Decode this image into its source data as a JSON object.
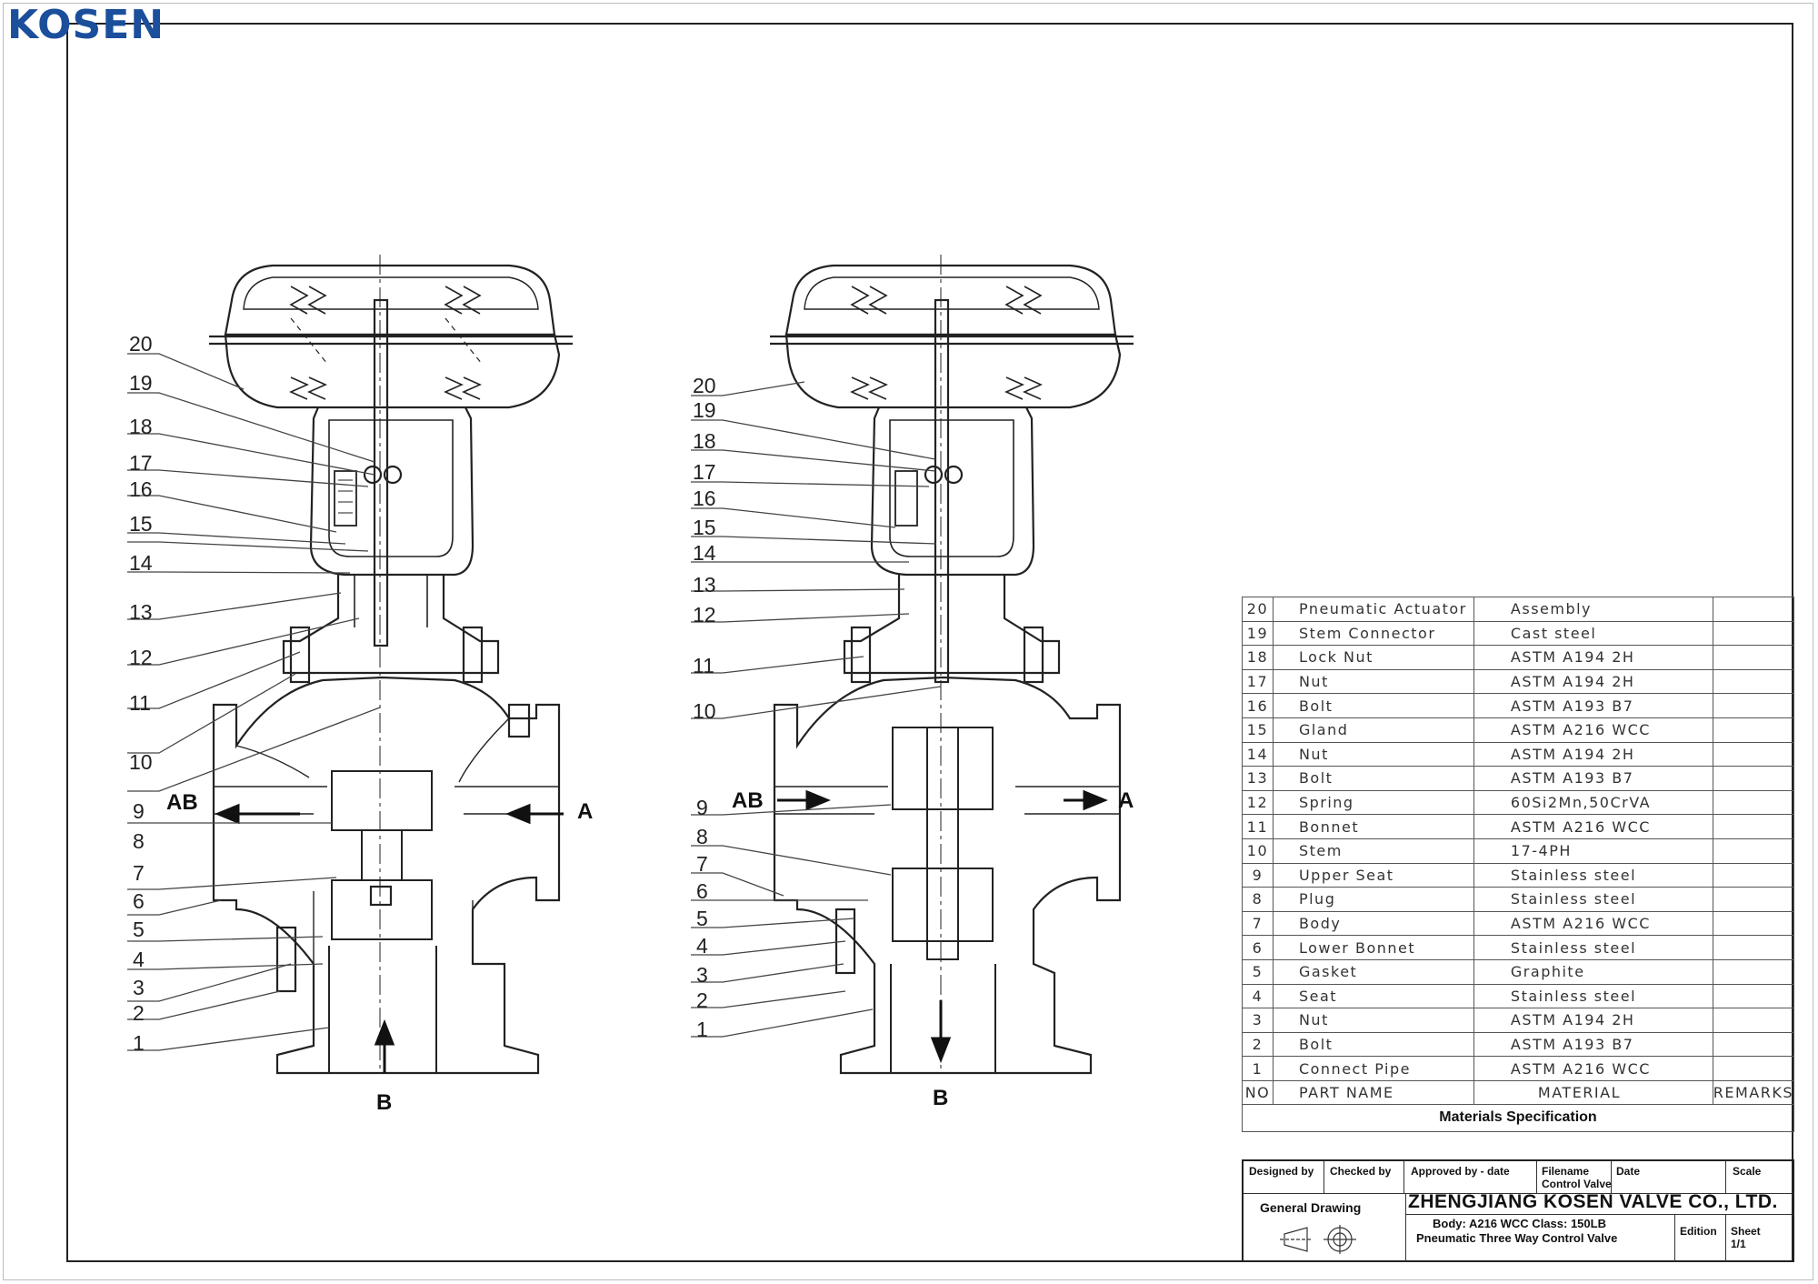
{
  "logo": "KOSEN",
  "left_view": {
    "callouts": [
      "20",
      "19",
      "18",
      "17",
      "16",
      "15",
      "14",
      "13",
      "12",
      "11",
      "10",
      "9",
      "8",
      "7",
      "6",
      "5",
      "4",
      "3",
      "2",
      "1"
    ],
    "port_ab": "AB",
    "port_a": "A",
    "port_b": "B"
  },
  "right_view": {
    "callouts": [
      "20",
      "19",
      "18",
      "17",
      "16",
      "15",
      "14",
      "13",
      "12",
      "11",
      "10",
      "9",
      "8",
      "7",
      "6",
      "5",
      "4",
      "3",
      "2",
      "1"
    ],
    "port_ab": "AB",
    "port_a": "A",
    "port_b": "B"
  },
  "materials": {
    "rows": [
      {
        "no": "20",
        "name": "Pneumatic Actuator",
        "material": "Assembly",
        "remarks": ""
      },
      {
        "no": "19",
        "name": "Stem Connector",
        "material": "Cast steel",
        "remarks": ""
      },
      {
        "no": "18",
        "name": "Lock Nut",
        "material": "ASTM A194 2H",
        "remarks": ""
      },
      {
        "no": "17",
        "name": "Nut",
        "material": "ASTM A194 2H",
        "remarks": ""
      },
      {
        "no": "16",
        "name": "Bolt",
        "material": "ASTM A193 B7",
        "remarks": ""
      },
      {
        "no": "15",
        "name": "Gland",
        "material": "ASTM A216 WCC",
        "remarks": ""
      },
      {
        "no": "14",
        "name": "Nut",
        "material": "ASTM A194 2H",
        "remarks": ""
      },
      {
        "no": "13",
        "name": "Bolt",
        "material": "ASTM A193 B7",
        "remarks": ""
      },
      {
        "no": "12",
        "name": "Spring",
        "material": "60Si2Mn,50CrVA",
        "remarks": ""
      },
      {
        "no": "11",
        "name": "Bonnet",
        "material": "ASTM A216 WCC",
        "remarks": ""
      },
      {
        "no": "10",
        "name": "Stem",
        "material": "17-4PH",
        "remarks": ""
      },
      {
        "no": "9",
        "name": "Upper Seat",
        "material": "Stainless steel",
        "remarks": ""
      },
      {
        "no": "8",
        "name": "Plug",
        "material": "Stainless steel",
        "remarks": ""
      },
      {
        "no": "7",
        "name": "Body",
        "material": "ASTM A216 WCC",
        "remarks": ""
      },
      {
        "no": "6",
        "name": "Lower Bonnet",
        "material": "Stainless steel",
        "remarks": ""
      },
      {
        "no": "5",
        "name": "Gasket",
        "material": "Graphite",
        "remarks": ""
      },
      {
        "no": "4",
        "name": "Seat",
        "material": "Stainless steel",
        "remarks": ""
      },
      {
        "no": "3",
        "name": "Nut",
        "material": "ASTM A194 2H",
        "remarks": ""
      },
      {
        "no": "2",
        "name": "Bolt",
        "material": "ASTM A193 B7",
        "remarks": ""
      },
      {
        "no": "1",
        "name": "Connect Pipe",
        "material": "ASTM A216 WCC",
        "remarks": ""
      }
    ],
    "header": {
      "no": "NO",
      "name": "PART NAME",
      "material": "MATERIAL",
      "remarks": "REMARKS"
    },
    "caption": "Materials Specification"
  },
  "title_block": {
    "designed_by": "Designed by",
    "checked_by": "Checked by",
    "approved_by": "Approved by - date",
    "filename_label": "Filename",
    "filename": "Control Valve",
    "date": "Date",
    "scale": "Scale",
    "general_drawing": "General Drawing",
    "company": "ZHENGJIANG KOSEN VALVE CO., LTD.",
    "body_class": "Body: A216 WCC  Class: 150LB",
    "product": "Pneumatic Three Way Control Valve",
    "edition": "Edition",
    "sheet_label": "Sheet",
    "sheet": "1/1"
  }
}
